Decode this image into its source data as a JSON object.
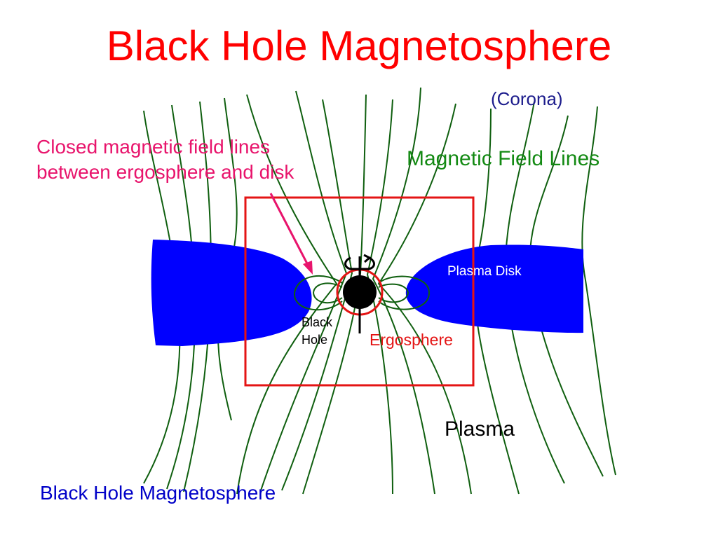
{
  "title": "Black Hole Magnetosphere",
  "annotation": {
    "line1": "Closed magnetic field lines",
    "line2": "between ergosphere and disk"
  },
  "labels": {
    "corona": "(Corona)",
    "field_lines": "Magnetic Field Lines",
    "plasma_disk": "Plasma Disk",
    "black_hole_line1": "Black",
    "black_hole_line2": "Hole",
    "ergosphere": "Ergosphere",
    "plasma": "Plasma"
  },
  "footer_caption": "Black Hole Magnetosphere",
  "colors": {
    "title": "#ff0000",
    "annotation": "#e8146c",
    "corona": "#1c1c8c",
    "field_lines_label": "#138a13",
    "field_line": "#0f5f0f",
    "disk": "#0000ff",
    "frame": "#e41414",
    "ergosphere": "#e41414",
    "black_hole": "#000000",
    "plasma_disk_label": "#ffffff",
    "footer": "#0000c8"
  }
}
